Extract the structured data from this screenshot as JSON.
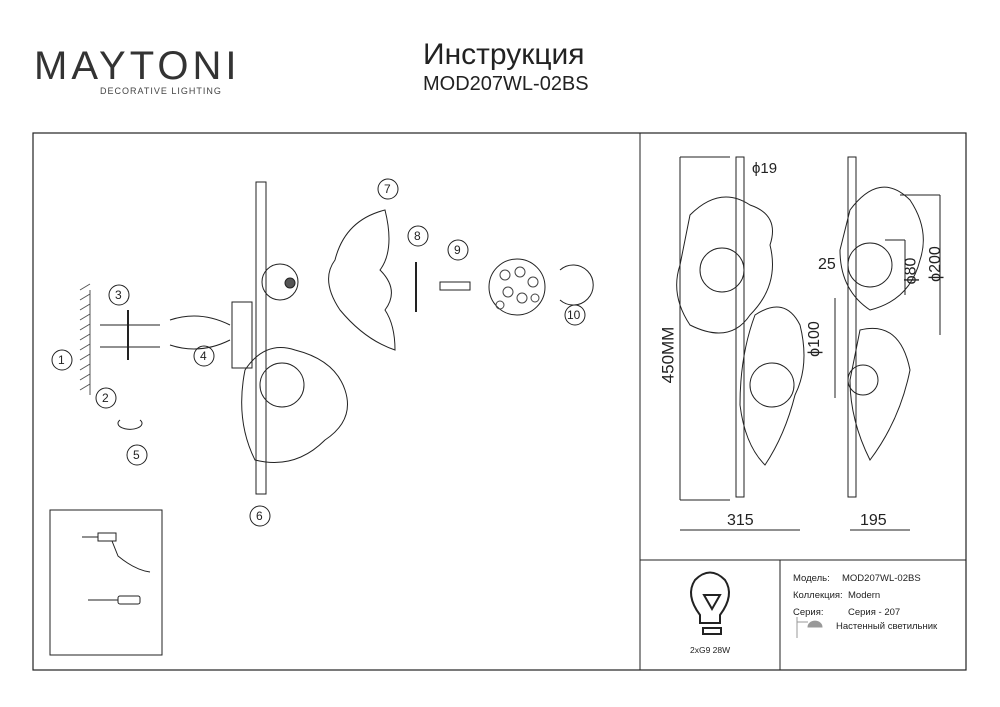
{
  "header": {
    "brand": "MAYTONI",
    "brand_sub": "DECORATIVE LIGHTING",
    "title": "Инструкция",
    "model": "MOD207WL-02BS"
  },
  "callouts": [
    "1",
    "2",
    "3",
    "4",
    "5",
    "6",
    "7",
    "8",
    "9",
    "10"
  ],
  "dimensions": {
    "diameter_rod": "ϕ19",
    "height": "450MM",
    "width": "315",
    "depth": "195",
    "offset": "25",
    "diameter_small": "ϕ80",
    "diameter_large": "ϕ200",
    "diameter_base": "ϕ100"
  },
  "bulb": {
    "spec": "2xG9 28W"
  },
  "specs": {
    "model_label": "Модель:",
    "model_value": "MOD207WL-02BS",
    "collection_label": "Коллекция:",
    "collection_value": "Modern",
    "series_label": "Серия:",
    "series_value": "Серия - 207",
    "type_value": "Настенный светильник"
  },
  "colors": {
    "brand_accent": "#5a1a4a",
    "line": "#222222"
  }
}
